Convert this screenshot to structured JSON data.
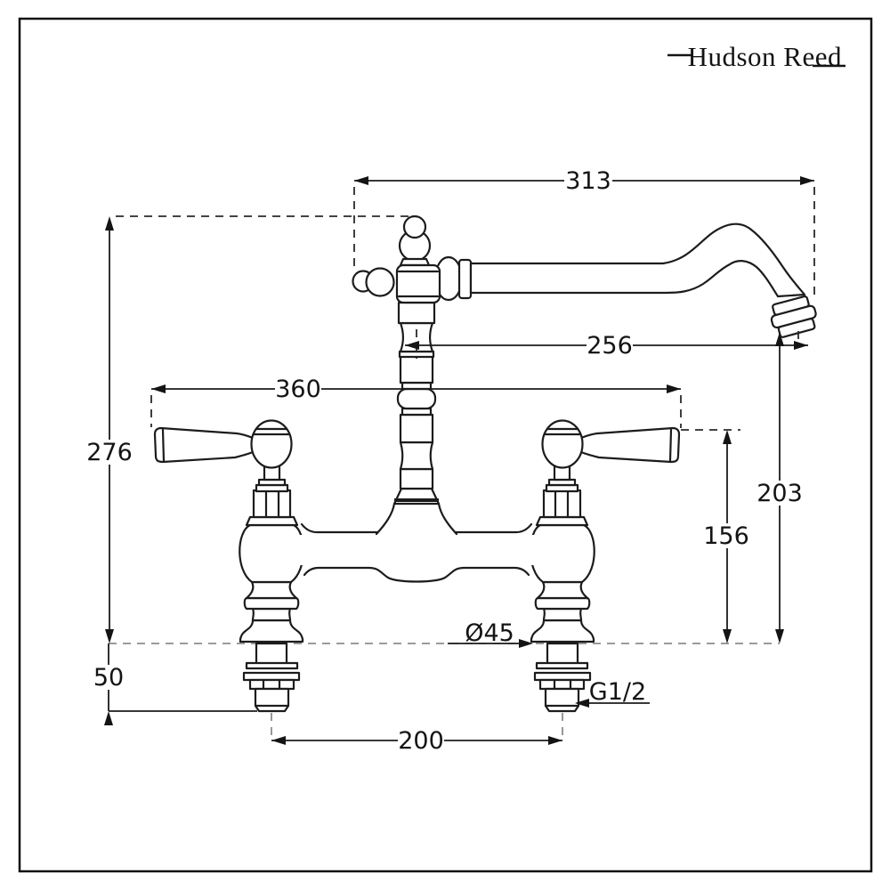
{
  "brand": {
    "logo_text": "Hudson Reed"
  },
  "drawing": {
    "subject": "bridge-kitchen-tap-technical-drawing",
    "line_color": "#1c1c1c",
    "background": "#ffffff"
  },
  "dimensions": {
    "spout_reach_overall": {
      "value": "313"
    },
    "spout_projection": {
      "value": "256"
    },
    "overall_width": {
      "value": "360"
    },
    "overall_height": {
      "value": "276"
    },
    "spout_height": {
      "value": "203"
    },
    "handle_height": {
      "value": "156"
    },
    "max_deck_thickness": {
      "value": "50"
    },
    "hole_centres": {
      "value": "200"
    },
    "base_diameter": {
      "value": "Ø45"
    },
    "inlet_thread": {
      "value": "G1/2"
    }
  }
}
